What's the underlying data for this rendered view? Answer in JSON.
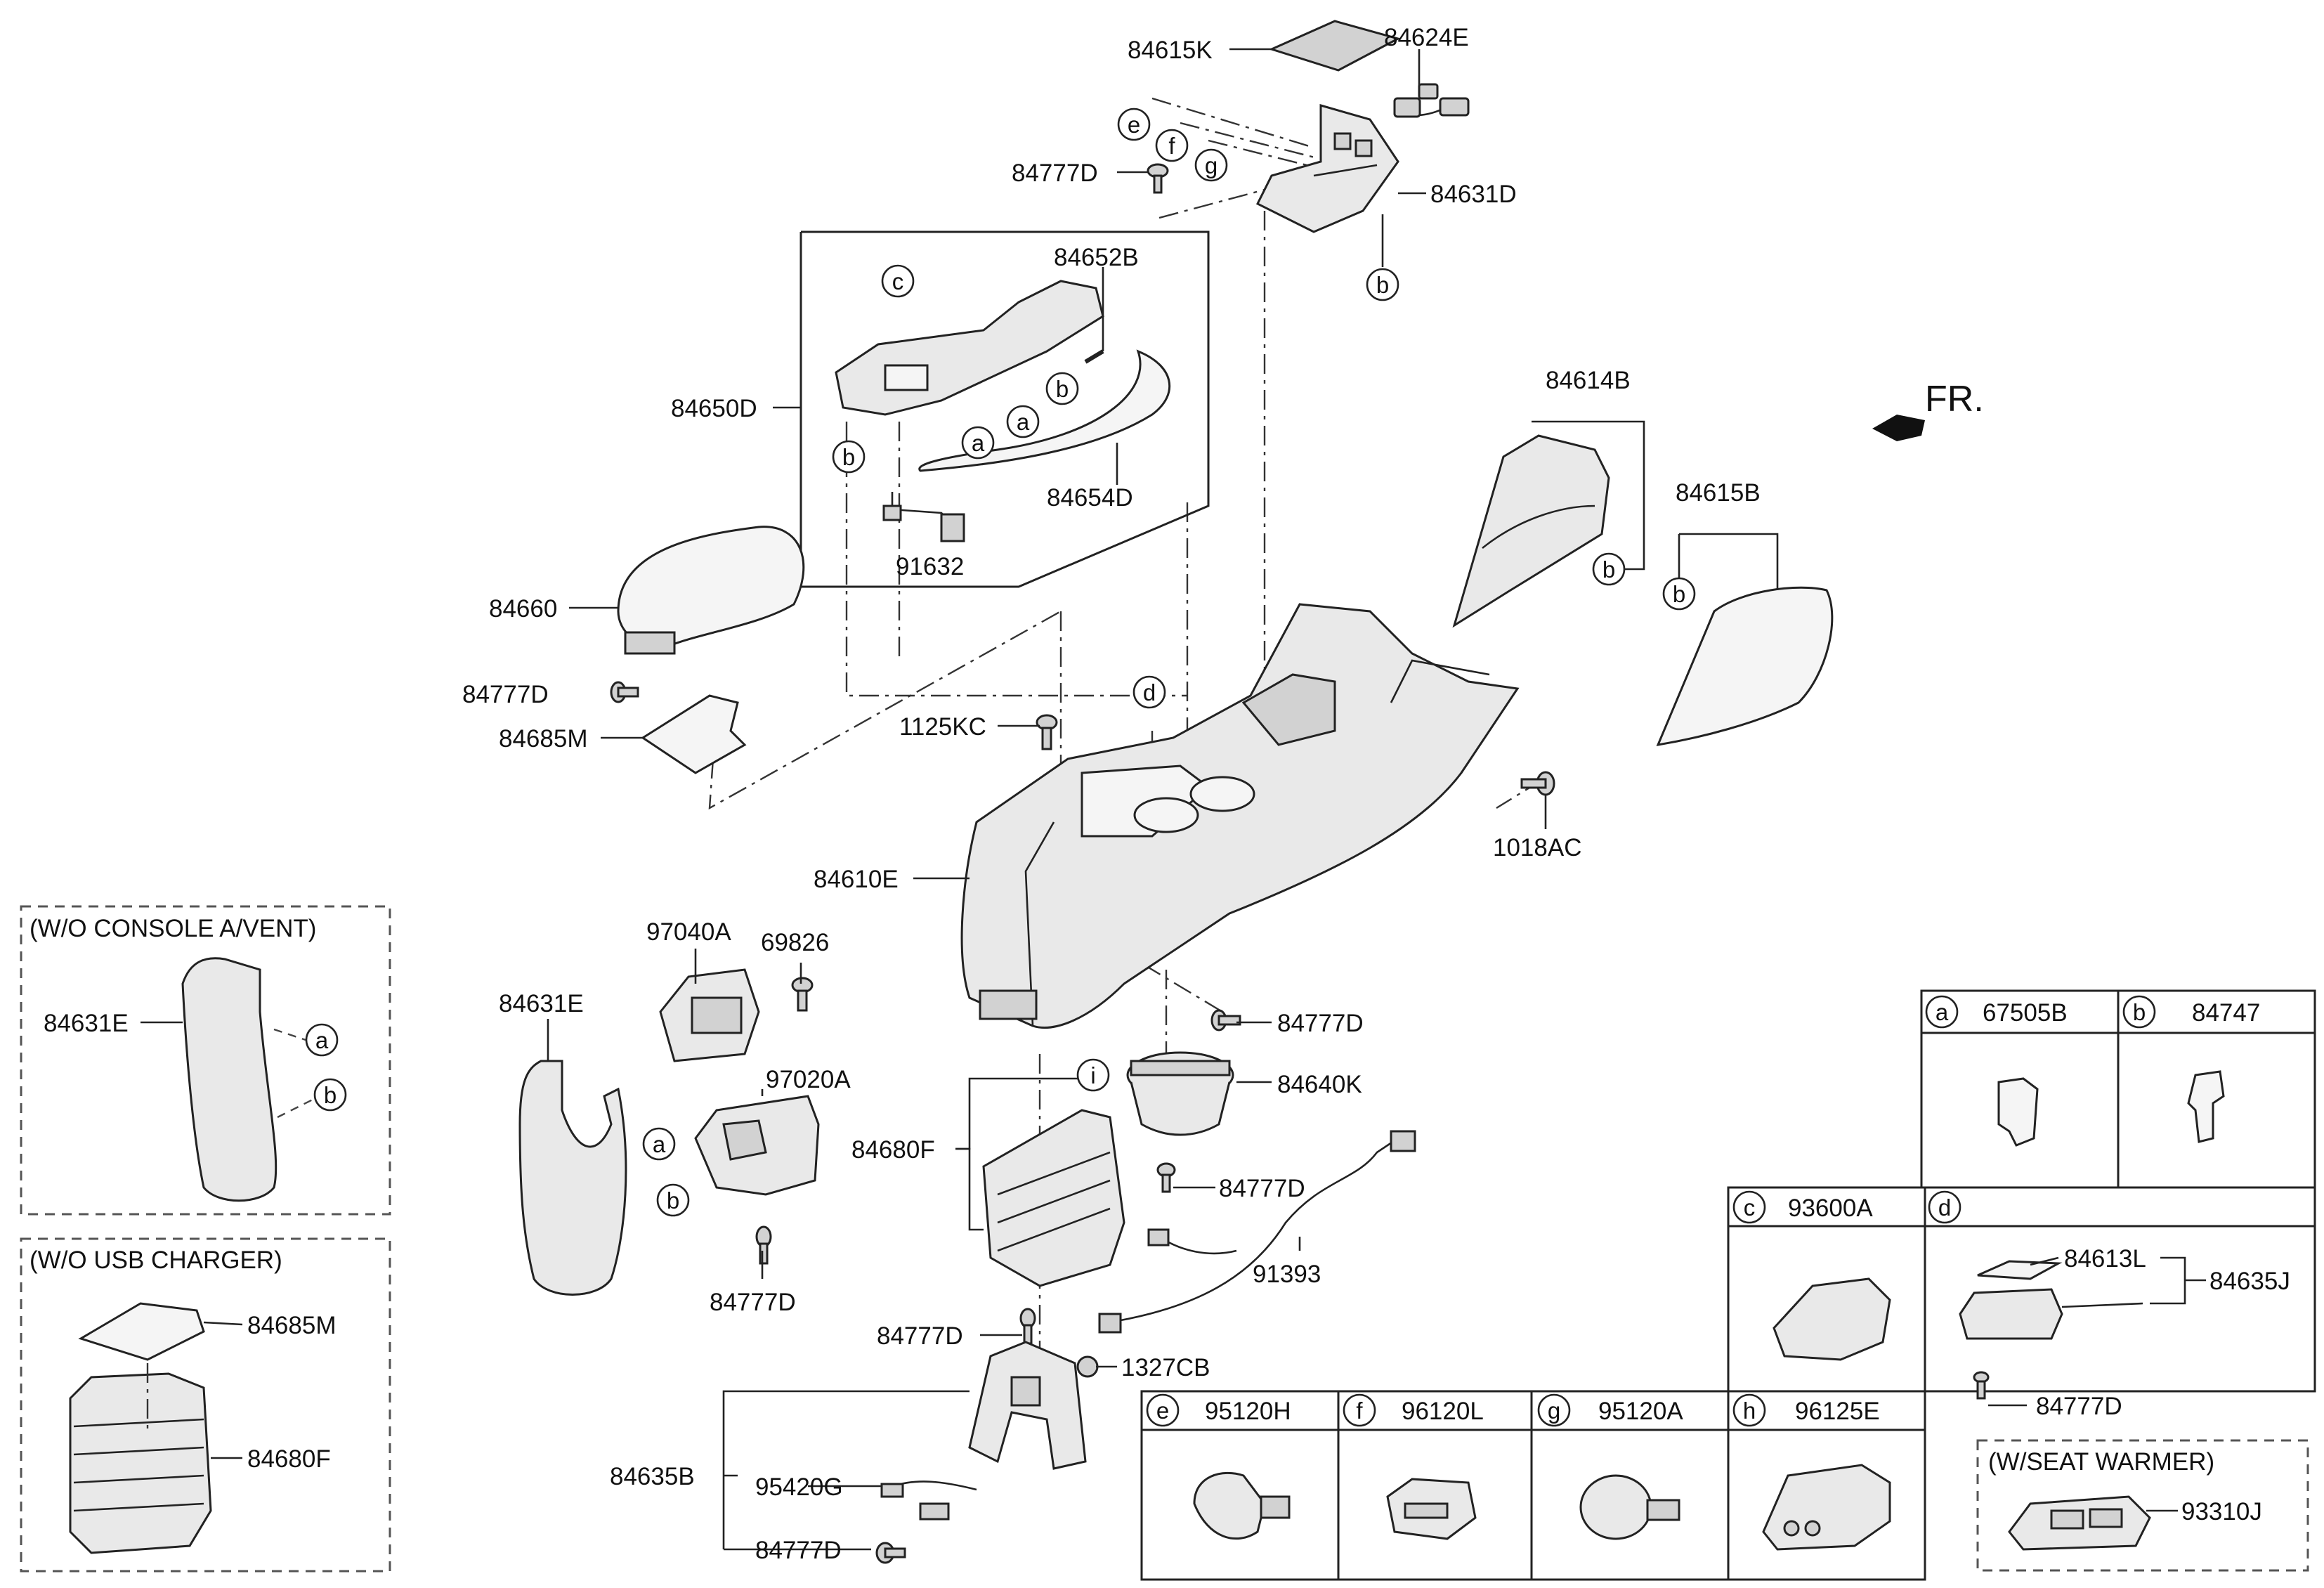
{
  "labels": {
    "p84615K": "84615K",
    "p84624E": "84624E",
    "p84777D_a": "84777D",
    "p84631D": "84631D",
    "p84652B": "84652B",
    "p84650D": "84650D",
    "p84654D": "84654D",
    "p91632": "91632",
    "p84614B": "84614B",
    "p84615B": "84615B",
    "p84660": "84660",
    "p84777D_b": "84777D",
    "p84685M": "84685M",
    "p1125KC": "1125KC",
    "p1018AC": "1018AC",
    "p84610E": "84610E",
    "p97040A": "97040A",
    "p69826": "69826",
    "p84631E": "84631E",
    "p97020A": "97020A",
    "p84777D_c": "84777D",
    "p84640K": "84640K",
    "p84680F": "84680F",
    "p84777D_d": "84777D",
    "p84777D_e": "84777D",
    "p91393": "91393",
    "p84777D_f": "84777D",
    "p1327CB": "1327CB",
    "p84635B": "84635B",
    "p95420G": "95420G",
    "p84777D_g": "84777D",
    "p84777D_h": "84777D",
    "fr": "FR."
  },
  "callouts": {
    "e": "e",
    "f": "f",
    "g": "g",
    "b1": "b",
    "c": "c",
    "b2": "b",
    "b3": "b",
    "a1": "a",
    "a2": "a",
    "b4": "b",
    "b5": "b",
    "d": "d",
    "i": "i",
    "a3": "a",
    "b6": "b",
    "a4": "a",
    "b7": "b"
  },
  "variants": {
    "wo_console_vent": {
      "title": "(W/O CONSOLE A/VENT)",
      "part": "84631E",
      "callout_a": "a",
      "callout_b": "b"
    },
    "wo_usb_charger": {
      "title": "(W/O USB CHARGER)",
      "part_top": "84685M",
      "part_bottom": "84680F"
    }
  },
  "legend": [
    {
      "key": "a",
      "part": "67505B"
    },
    {
      "key": "b",
      "part": "84747"
    },
    {
      "key": "c",
      "part": "93600A"
    },
    {
      "key": "d",
      "part": "",
      "items": [
        "84613L",
        "84635J",
        "84777D"
      ]
    },
    {
      "key": "e",
      "part": "95120H"
    },
    {
      "key": "f",
      "part": "96120L"
    },
    {
      "key": "g",
      "part": "95120A"
    },
    {
      "key": "h",
      "part": "96125E"
    }
  ],
  "seat_warmer": {
    "title": "(W/SEAT WARMER)",
    "part": "93310J"
  }
}
